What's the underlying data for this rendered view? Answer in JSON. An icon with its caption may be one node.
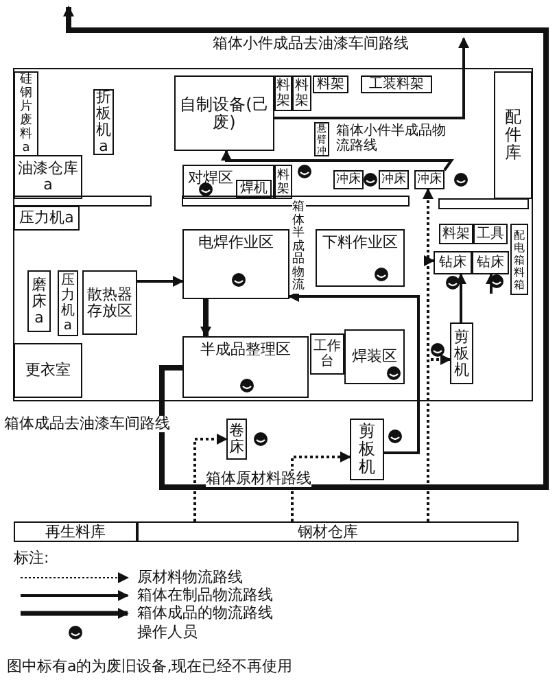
{
  "diagram": {
    "nodes": [
      {
        "text": [
          "硅钢片废料a"
        ]
      },
      {
        "text": [
          "折板机a"
        ]
      },
      {
        "text": [
          "油漆仓库a"
        ]
      },
      {
        "text": [
          "自制设备(己废)"
        ]
      },
      {
        "text": [
          "料架"
        ]
      },
      {
        "text": [
          "料架"
        ]
      },
      {
        "text": [
          "料架"
        ]
      },
      {
        "text": [
          "工装料架"
        ]
      },
      {
        "text": [
          "配件库"
        ]
      },
      {
        "text": [
          "对焊区"
        ]
      },
      {
        "text": [
          "焊机"
        ],
        "in": 9
      },
      {
        "text": [
          "料架"
        ]
      },
      {
        "text": [
          "悬臂冲"
        ]
      },
      {
        "text": [
          "冲床"
        ]
      },
      {
        "text": [
          "冲床"
        ]
      },
      {
        "text": [
          "冲床"
        ]
      },
      {
        "text": [
          "压力机a"
        ]
      },
      {
        "text": [
          "磨床a"
        ]
      },
      {
        "text": [
          "压力机a"
        ]
      },
      {
        "text": [
          "散热器存放区"
        ]
      },
      {
        "text": [
          "更衣室"
        ]
      },
      {
        "text": [
          "电焊作业区"
        ]
      },
      {
        "text": [
          "下料作业区"
        ]
      },
      {
        "text": [
          "料架"
        ]
      },
      {
        "text": [
          "工具"
        ]
      },
      {
        "text": [
          "配电箱料箱"
        ]
      },
      {
        "text": [
          "钻床"
        ]
      },
      {
        "text": [
          "钻床"
        ]
      },
      {
        "text": [
          "剪板机"
        ]
      },
      {
        "text": [
          "工作台"
        ]
      },
      {
        "text": [
          "焊装区"
        ]
      },
      {
        "text": [
          "半成品整理区"
        ]
      },
      {
        "text": [
          "卷床"
        ]
      },
      {
        "text": [
          "剪板机"
        ]
      },
      {
        "text": [
          "再生料库"
        ]
      },
      {
        "text": [
          "钢材仓库"
        ]
      }
    ],
    "edges": [
      {
        "from": 19,
        "to": 21,
        "arrow": "to"
      },
      {
        "from": 21,
        "to": 31,
        "arrow": "to",
        "style": "thick"
      },
      {
        "from": 31,
        "to": null,
        "arrow": "to",
        "style": "thick"
      },
      {
        "from": 33,
        "to": 21,
        "arrow": "to"
      },
      {
        "from": 28,
        "to": 26,
        "arrow": "to"
      },
      {
        "from": 35,
        "to": 32,
        "arrow": "to",
        "style": "dashed"
      },
      {
        "from": 35,
        "to": 33,
        "arrow": "to",
        "style": "dashed"
      },
      {
        "from": 35,
        "to": 28,
        "arrow": "to",
        "style": "dashed"
      },
      {
        "from": 35,
        "to": 26,
        "arrow": "to",
        "style": "dashed"
      },
      {
        "from": 35,
        "to": 15,
        "arrow": "to",
        "style": "dashed"
      },
      {
        "from": null,
        "to": 27,
        "arrow": "to"
      },
      {
        "from": 15,
        "to": 3,
        "arrow": "to"
      },
      {
        "from": 3,
        "to": null,
        "arrow": "to"
      }
    ],
    "labels": [
      "箱体小件成品去油漆车间路线",
      "箱体小件半成品物流路线",
      "箱体半成品物流",
      "箱体成品去油漆车间路线",
      "箱体原材料路线",
      "标注:",
      "图中标有a的为废旧设备,现在已经不再使用"
    ],
    "legend": [
      {
        "text": "原材料物流路线"
      },
      {
        "text": "箱体在制品物流路线"
      },
      {
        "text": "箱体成品的物流路线"
      },
      {
        "text": "操作人员"
      }
    ]
  }
}
